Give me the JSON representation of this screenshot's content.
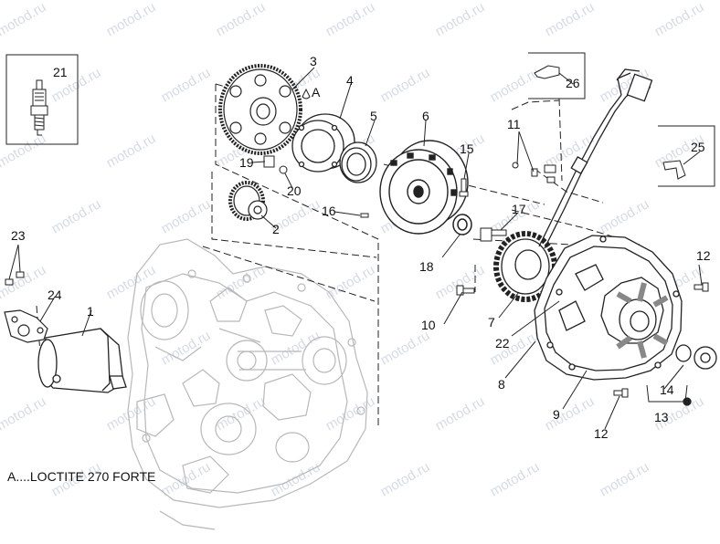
{
  "diagram": {
    "watermark_text": "motod.ru",
    "note": "A....LOCTITE 270 FORTE",
    "callouts": {
      "c1": "1",
      "c2": "2",
      "c3": "3",
      "c4": "4",
      "c5": "5",
      "c6": "6",
      "c7": "7",
      "c8": "8",
      "c9": "9",
      "c10": "10",
      "c11": "11",
      "c12a": "12",
      "c12b": "12",
      "c13": "13",
      "c14": "14",
      "c15": "15",
      "c16": "16",
      "c17": "17",
      "c18": "18",
      "c19": "19",
      "c20": "20",
      "c21": "21",
      "c22": "22",
      "c23": "23",
      "c24": "24",
      "c25": "25",
      "c26": "26",
      "cA": "A"
    }
  }
}
